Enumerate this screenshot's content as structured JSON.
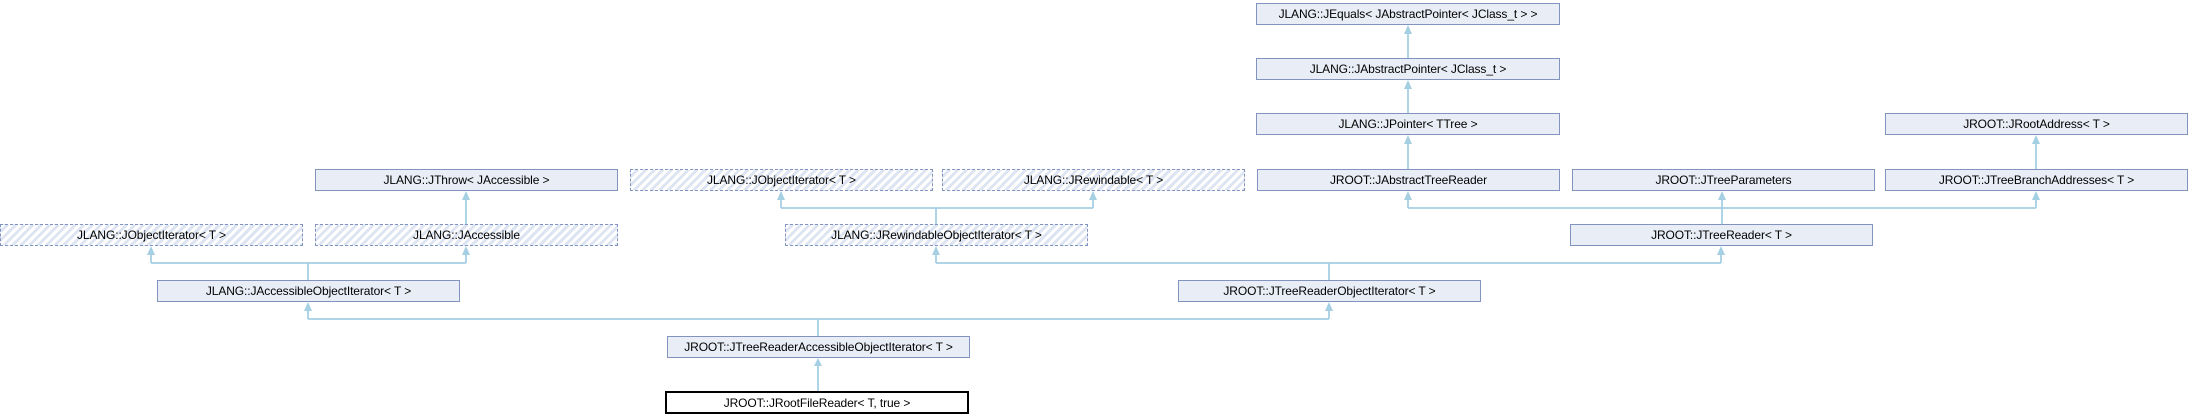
{
  "diagram_type": "class-inheritance-diagram",
  "colors": {
    "node_fill": "#E9EDF6",
    "node_border": "#8193BE",
    "hatch_stripe": "#DDE4F2",
    "edge": "#A5CFE3",
    "current_border": "#000000"
  },
  "nodes": {
    "jequals": {
      "label": "JLANG::JEquals< JAbstractPointer< JClass_t > >",
      "style": "documented"
    },
    "jabstractpointer": {
      "label": "JLANG::JAbstractPointer< JClass_t >",
      "style": "documented"
    },
    "jpointer": {
      "label": "JLANG::JPointer< TTree >",
      "style": "documented"
    },
    "jrootaddress": {
      "label": "JROOT::JRootAddress< T >",
      "style": "documented"
    },
    "jthrow": {
      "label": "JLANG::JThrow< JAccessible >",
      "style": "documented"
    },
    "jobjectiterator_upper": {
      "label": "JLANG::JObjectIterator< T >",
      "style": "undocumented"
    },
    "jrewindable": {
      "label": "JLANG::JRewindable< T >",
      "style": "undocumented"
    },
    "jabstracttreereader": {
      "label": "JROOT::JAbstractTreeReader",
      "style": "documented"
    },
    "jtreeparameters": {
      "label": "JROOT::JTreeParameters",
      "style": "documented"
    },
    "jtreebranchaddresses": {
      "label": "JROOT::JTreeBranchAddresses< T >",
      "style": "documented"
    },
    "jobjectiterator_lower": {
      "label": "JLANG::JObjectIterator< T >",
      "style": "undocumented"
    },
    "jaccessible": {
      "label": "JLANG::JAccessible",
      "style": "undocumented"
    },
    "jrewindableobjectiterator": {
      "label": "JLANG::JRewindableObjectIterator< T >",
      "style": "undocumented"
    },
    "jtreereader": {
      "label": "JROOT::JTreeReader< T >",
      "style": "documented"
    },
    "jaccessibleobjectiterator": {
      "label": "JLANG::JAccessibleObjectIterator< T >",
      "style": "documented"
    },
    "jtreereaderobjectiterator": {
      "label": "JROOT::JTreeReaderObjectIterator< T >",
      "style": "documented"
    },
    "jtreereaderaccessibleobjectiterator": {
      "label": "JROOT::JTreeReaderAccessibleObjectIterator< T >",
      "style": "documented"
    },
    "jrootfilereader": {
      "label": "JROOT::JRootFileReader< T, true >",
      "style": "current-class"
    }
  }
}
